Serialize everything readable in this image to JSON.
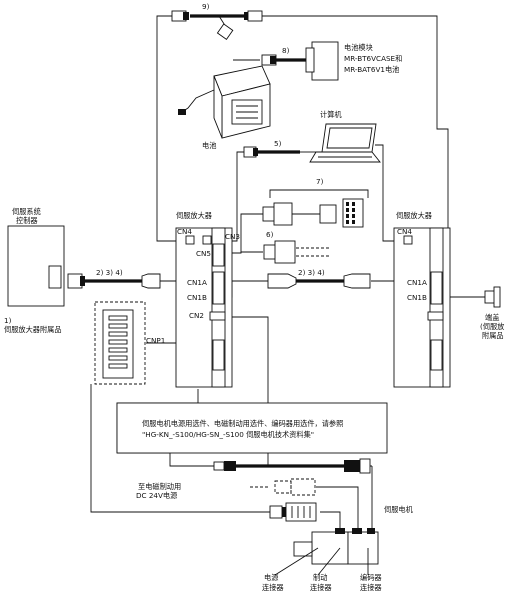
{
  "labels": {
    "n9": "9)",
    "n8": "8)",
    "n5": "5)",
    "n7": "7)",
    "n6": "6)",
    "n234_left": "2) 3) 4)",
    "n234_mid": "2) 3) 4)",
    "battery_module_line1": "电池模块",
    "battery_module_line2": "MR-BT6VCASE和",
    "battery_module_line3": "MR-BAT6V1电池",
    "battery": "电池",
    "computer": "计算机",
    "controller_line1": "伺服系统",
    "controller_line2": "控制器",
    "accessory_line1": "1)",
    "accessory_line2": "伺服放大器附属品",
    "amp1_title": "伺服放大器",
    "amp2_title": "伺服放大器",
    "amp1_cn4": "CN4",
    "amp1_cn3": "CN3",
    "amp1_cn5": "CN5",
    "amp1_cn1a": "CN1A",
    "amp1_cn1b": "CN1B",
    "amp1_cn2": "CN2",
    "amp1_cnp1": "CNP1",
    "amp2_cn4": "CN4",
    "amp2_cn1a": "CN1A",
    "amp2_cn1b": "CN1B",
    "terminal_line1": "端盖",
    "terminal_line2": "(伺服放",
    "terminal_line3": "附属品",
    "note_line1": "伺服电机电源用选件、电磁制动用选件、编码器用选件，请参照",
    "note_line2": "\"HG-KN_-S100/HG-SN_-S100 伺服电机技术资料集\"",
    "brake_line1": "至电磁制动用",
    "brake_line2": "DC 24V电源",
    "servo_motor": "伺服电机",
    "power_conn_line1": "电源",
    "power_conn_line2": "连接器",
    "brake_conn_line1": "制动",
    "brake_conn_line2": "连接器",
    "encoder_conn_line1": "编码器",
    "encoder_conn_line2": "连接器"
  }
}
